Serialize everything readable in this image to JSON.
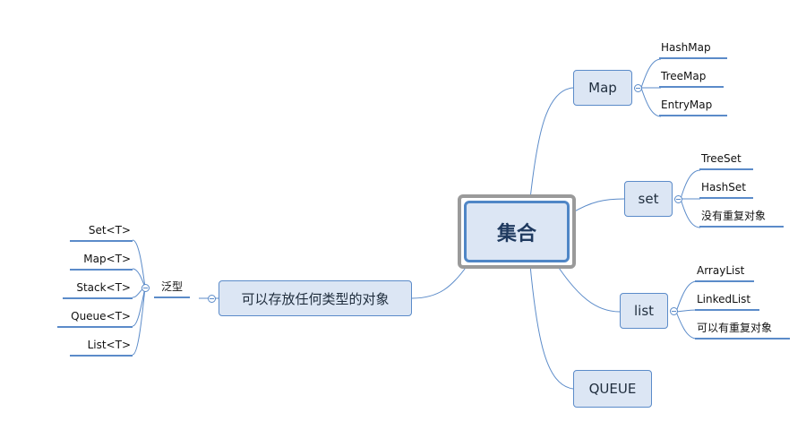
{
  "center": {
    "label": "集合"
  },
  "branches": {
    "map": {
      "label": "Map",
      "children": [
        "HashMap",
        "TreeMap",
        "EntryMap"
      ]
    },
    "set": {
      "label": "set",
      "children": [
        "TreeSet",
        "HashSet",
        "没有重复对象"
      ]
    },
    "list": {
      "label": "list",
      "children": [
        "ArrayList",
        "LinkedList",
        "可以有重复对象"
      ]
    },
    "queue": {
      "label": "QUEUE"
    },
    "any": {
      "label": "可以存放任何类型的对象",
      "generic": {
        "label": "泛型",
        "children": [
          "Set<T>",
          "Map<T>",
          "Stack<T>",
          "Queue<T>",
          "List<T>"
        ]
      }
    }
  },
  "colors": {
    "line": "#5b8bc9",
    "node_fill": "#dce6f4",
    "center_outline": "#9a9a9a"
  }
}
